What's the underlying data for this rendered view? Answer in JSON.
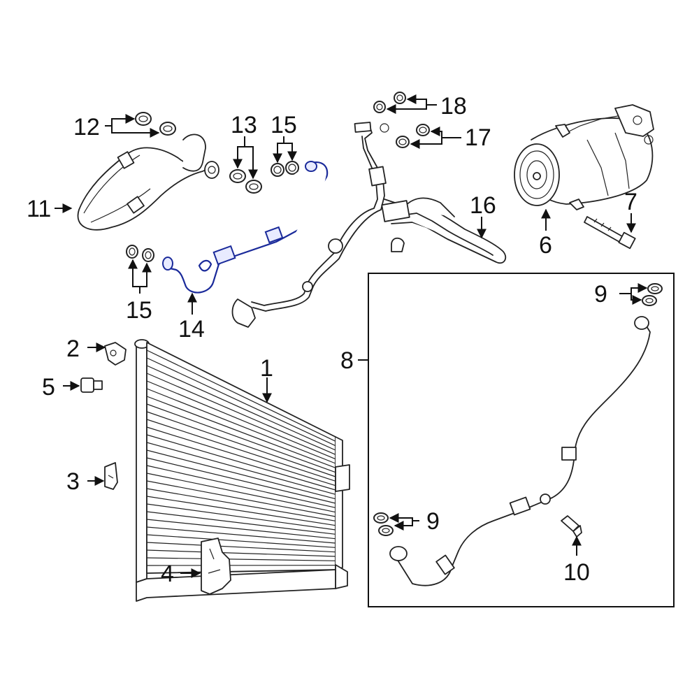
{
  "diagram": {
    "highlight_color": "#1a2a9a",
    "callouts": {
      "c1": "1",
      "c2": "2",
      "c3": "3",
      "c4": "4",
      "c5": "5",
      "c6": "6",
      "c7": "7",
      "c8": "8",
      "c9a": "9",
      "c9b": "9",
      "c10": "10",
      "c11": "11",
      "c12": "12",
      "c13": "13",
      "c14": "14",
      "c15a": "15",
      "c15b": "15",
      "c16": "16",
      "c17": "17",
      "c18": "18"
    }
  }
}
